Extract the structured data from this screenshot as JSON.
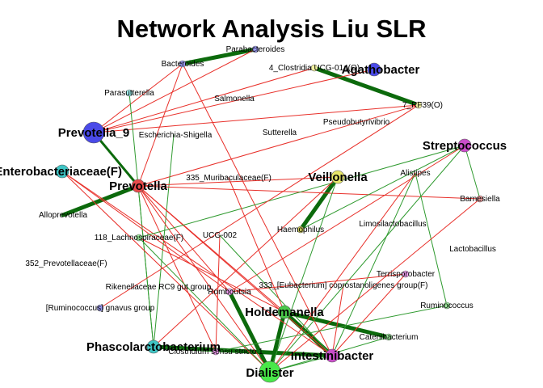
{
  "title": "Network Analysis Liu SLR",
  "colors": {
    "negative_edge": "#e8302a",
    "positive_edge": "#2f9a2f",
    "strong_edge": "#0c6a0c"
  },
  "nodes": [
    {
      "id": "parabacteroides",
      "label": "Parabacteroides",
      "color": "#9b9bf2",
      "size": "small"
    },
    {
      "id": "bacteroides",
      "label": "Bacteroides",
      "color": "#9b9bf2",
      "size": "small"
    },
    {
      "id": "clostridia",
      "label": "4_Clostridia UCG-014(O)",
      "color": "#f2f2a0",
      "size": "small"
    },
    {
      "id": "agathobacter",
      "label": "Agathobacter",
      "color": "#4a4ae8",
      "size": "medium"
    },
    {
      "id": "parasutterella",
      "label": "Parasutterella",
      "color": "#9ff0f0",
      "size": "small"
    },
    {
      "id": "salmonella",
      "label": "Salmonella",
      "color": "#ffffff",
      "size": "tiny"
    },
    {
      "id": "rf39",
      "label": "7_RF39(O)",
      "color": "#f2f2a0",
      "size": "small"
    },
    {
      "id": "pseudobutyrivibrio",
      "label": "Pseudobutyrivibrio",
      "color": "#ffffff",
      "size": "tiny"
    },
    {
      "id": "prevotella9",
      "label": "Prevotella_9",
      "color": "#4a4ae8",
      "size": "large"
    },
    {
      "id": "escherichia",
      "label": "Escherichia-Shigella",
      "color": "#ffffff",
      "size": "tiny"
    },
    {
      "id": "sutterella",
      "label": "Sutterella",
      "color": "#ffffff",
      "size": "tiny"
    },
    {
      "id": "streptococcus",
      "label": "Streptococcus",
      "color": "#c94ec9",
      "size": "medium"
    },
    {
      "id": "enterobacteriaceae",
      "label": "_Enterobacteriaceae(F)",
      "color": "#3fc5c5",
      "size": "medium"
    },
    {
      "id": "muribaculaceae",
      "label": "335_Muribaculaceae(F)",
      "color": "#ffffff",
      "size": "tiny"
    },
    {
      "id": "veillonella",
      "label": "Veillonella",
      "color": "#e8e86a",
      "size": "medium"
    },
    {
      "id": "alistipes",
      "label": "Alistipes",
      "color": "#ffffff",
      "size": "tiny"
    },
    {
      "id": "prevotella",
      "label": "Prevotella",
      "color": "#e84a4a",
      "size": "medium"
    },
    {
      "id": "barnesiella",
      "label": "Barnesiella",
      "color": "#f2a0a0",
      "size": "small"
    },
    {
      "id": "alloprevotella",
      "label": "Alloprevotella",
      "color": "#ffffff",
      "size": "tiny"
    },
    {
      "id": "ucg002",
      "label": "UCG-002",
      "color": "#ffffff",
      "size": "tiny"
    },
    {
      "id": "haemophilus",
      "label": "Haemophilus",
      "color": "#c9c95a",
      "size": "small"
    },
    {
      "id": "limosilactobacillus",
      "label": "Limosilactobacillus",
      "color": "#ffffff",
      "size": "tiny"
    },
    {
      "id": "lachnospiraceae",
      "label": "118_Lachnospiraceae(F)",
      "color": "#a0f0a0",
      "size": "small"
    },
    {
      "id": "lactobacillus",
      "label": "Lactobacillus",
      "color": "#ffffff",
      "size": "tiny"
    },
    {
      "id": "prevotellaceae",
      "label": "352_Prevotellaceae(F)",
      "color": "#ffffff",
      "size": "tiny"
    },
    {
      "id": "terrisporobacter",
      "label": "Terrisporobacter",
      "color": "#f2a0f2",
      "size": "small"
    },
    {
      "id": "rikenellaceae",
      "label": "Rikenellaceae RC9 gut group",
      "color": "#ffffff",
      "size": "tiny"
    },
    {
      "id": "eubacterium",
      "label": "333_[Eubacterium] coprostanoligenes group(F)",
      "color": "#ffffff",
      "size": "tiny"
    },
    {
      "id": "romboutsia",
      "label": "Romboutsia",
      "color": "#f2a0f2",
      "size": "small"
    },
    {
      "id": "ruminococcus_gnavus",
      "label": "[Ruminococcus] gnavus group",
      "color": "#9b9bf2",
      "size": "small"
    },
    {
      "id": "ruminococcus",
      "label": "Ruminococcus",
      "color": "#a0f0a0",
      "size": "small"
    },
    {
      "id": "holdemanella",
      "label": "Holdemanella",
      "color": "#49c949",
      "size": "medium"
    },
    {
      "id": "catenibacterium",
      "label": "Catenibacterium",
      "color": "#a0f0a0",
      "size": "small"
    },
    {
      "id": "phascolarctobacterium",
      "label": "Phascolarctobacterium",
      "color": "#3fc5c5",
      "size": "medium"
    },
    {
      "id": "clostridium",
      "label": "Clostridium sensu stricto 1",
      "color": "#f2a0f2",
      "size": "small"
    },
    {
      "id": "intestinibacter",
      "label": "Intestinibacter",
      "color": "#c94ec9",
      "size": "medium"
    },
    {
      "id": "dialister",
      "label": "Dialister",
      "color": "#49e849",
      "size": "large"
    }
  ],
  "edges": [
    {
      "source": "bacteroides",
      "target": "parabacteroides",
      "sign": "positive",
      "weight": "strong"
    },
    {
      "source": "clostridia",
      "target": "rf39",
      "sign": "positive",
      "weight": "strong"
    },
    {
      "source": "haemophilus",
      "target": "veillonella",
      "sign": "positive",
      "weight": "strong"
    },
    {
      "source": "prevotella",
      "target": "alloprevotella",
      "sign": "positive",
      "weight": "strong"
    },
    {
      "source": "holdemanella",
      "target": "intestinibacter",
      "sign": "positive",
      "weight": "strong"
    },
    {
      "source": "holdemanella",
      "target": "dialister",
      "sign": "positive",
      "weight": "strong"
    },
    {
      "source": "holdemanella",
      "target": "catenibacterium",
      "sign": "positive",
      "weight": "strong"
    },
    {
      "source": "romboutsia",
      "target": "dialister",
      "sign": "positive",
      "weight": "strong"
    },
    {
      "source": "phascolarctobacterium",
      "target": "intestinibacter",
      "sign": "positive",
      "weight": "strong"
    },
    {
      "source": "prevotella9",
      "target": "prevotella",
      "sign": "positive",
      "weight": "medium"
    },
    {
      "source": "bacteroides",
      "target": "prevotella",
      "sign": "negative",
      "weight": "thin"
    },
    {
      "source": "parabacteroides",
      "target": "prevotella9",
      "sign": "negative",
      "weight": "thin"
    },
    {
      "source": "clostridia",
      "target": "prevotella9",
      "sign": "negative",
      "weight": "thin"
    },
    {
      "source": "agathobacter",
      "target": "prevotella9",
      "sign": "negative",
      "weight": "thin"
    },
    {
      "source": "rf39",
      "target": "prevotella9",
      "sign": "negative",
      "weight": "thin"
    },
    {
      "source": "rf39",
      "target": "prevotella",
      "sign": "negative",
      "weight": "thin"
    },
    {
      "source": "prevotella9",
      "target": "bacteroides",
      "sign": "negative",
      "weight": "thin"
    },
    {
      "source": "bacteroides",
      "target": "intestinibacter",
      "sign": "negative",
      "weight": "thin"
    },
    {
      "source": "parasutterella",
      "target": "phascolarctobacterium",
      "sign": "positive",
      "weight": "thin"
    },
    {
      "source": "escherichia",
      "target": "phascolarctobacterium",
      "sign": "positive",
      "weight": "thin"
    },
    {
      "source": "prevotella",
      "target": "phascolarctobacterium",
      "sign": "positive",
      "weight": "thin"
    },
    {
      "source": "prevotella",
      "target": "dialister",
      "sign": "negative",
      "weight": "thin"
    },
    {
      "source": "prevotella",
      "target": "intestinibacter",
      "sign": "negative",
      "weight": "thin"
    },
    {
      "source": "prevotella",
      "target": "holdemanella",
      "sign": "negative",
      "weight": "thin"
    },
    {
      "source": "prevotella",
      "target": "veillonella",
      "sign": "negative",
      "weight": "thin"
    },
    {
      "source": "prevotella",
      "target": "barnesiella",
      "sign": "negative",
      "weight": "thin"
    },
    {
      "source": "prevotella",
      "target": "romboutsia",
      "sign": "negative",
      "weight": "thin"
    },
    {
      "source": "prevotella",
      "target": "clostridium",
      "sign": "negative",
      "weight": "thin"
    },
    {
      "source": "enterobacteriaceae",
      "target": "dialister",
      "sign": "negative",
      "weight": "thin"
    },
    {
      "source": "enterobacteriaceae",
      "target": "intestinibacter",
      "sign": "negative",
      "weight": "thin"
    },
    {
      "source": "enterobacteriaceae",
      "target": "romboutsia",
      "sign": "negative",
      "weight": "thin"
    },
    {
      "source": "streptococcus",
      "target": "barnesiella",
      "sign": "positive",
      "weight": "thin"
    },
    {
      "source": "streptococcus",
      "target": "lachnospiraceae",
      "sign": "positive",
      "weight": "thin"
    },
    {
      "source": "streptococcus",
      "target": "haemophilus",
      "sign": "positive",
      "weight": "thin"
    },
    {
      "source": "streptococcus",
      "target": "dialister",
      "sign": "positive",
      "weight": "thin"
    },
    {
      "source": "streptococcus",
      "target": "romboutsia",
      "sign": "negative",
      "weight": "thin"
    },
    {
      "source": "alistipes",
      "target": "intestinibacter",
      "sign": "positive",
      "weight": "thin"
    },
    {
      "source": "alistipes",
      "target": "ruminococcus",
      "sign": "positive",
      "weight": "thin"
    },
    {
      "source": "alistipes",
      "target": "dialister",
      "sign": "negative",
      "weight": "thin"
    },
    {
      "source": "barnesiella",
      "target": "dialister",
      "sign": "negative",
      "weight": "thin"
    },
    {
      "source": "veillonella",
      "target": "dialister",
      "sign": "positive",
      "weight": "thin"
    },
    {
      "source": "veillonella",
      "target": "phascolarctobacterium",
      "sign": "negative",
      "weight": "thin"
    },
    {
      "source": "ucg002",
      "target": "intestinibacter",
      "sign": "positive",
      "weight": "thin"
    },
    {
      "source": "ucg002",
      "target": "clostridium",
      "sign": "negative",
      "weight": "thin"
    },
    {
      "source": "lachnospiraceae",
      "target": "dialister",
      "sign": "positive",
      "weight": "thin"
    },
    {
      "source": "lachnospiraceae",
      "target": "holdemanella",
      "sign": "negative",
      "weight": "thin"
    },
    {
      "source": "terrisporobacter",
      "target": "romboutsia",
      "sign": "negative",
      "weight": "thin"
    },
    {
      "source": "terrisporobacter",
      "target": "intestinibacter",
      "sign": "negative",
      "weight": "thin"
    },
    {
      "source": "rf39",
      "target": "ruminococcus_gnavus",
      "sign": "negative",
      "weight": "thin"
    },
    {
      "source": "muribaculaceae",
      "target": "holdemanella",
      "sign": "negative",
      "weight": "thin"
    },
    {
      "source": "eubacterium",
      "target": "intestinibacter",
      "sign": "negative",
      "weight": "thin"
    },
    {
      "source": "catenibacterium",
      "target": "dialister",
      "sign": "positive",
      "weight": "thin"
    },
    {
      "source": "ruminococcus",
      "target": "clostridium",
      "sign": "positive",
      "weight": "thin"
    },
    {
      "source": "clostridium",
      "target": "phascolarctobacterium",
      "sign": "positive",
      "weight": "thin"
    },
    {
      "source": "intestinibacter",
      "target": "dialister",
      "sign": "positive",
      "weight": "thin"
    }
  ]
}
